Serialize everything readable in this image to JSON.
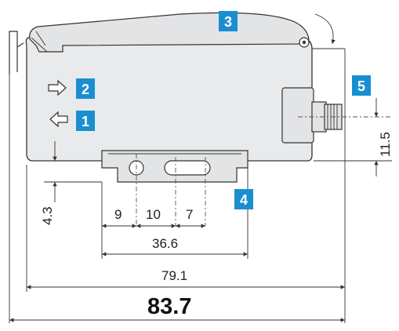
{
  "dimensions": {
    "d_83_7": "83.7",
    "d_79_1": "79.1",
    "d_36_6": "36.6",
    "d_9": "9",
    "d_10": "10",
    "d_7": "7",
    "d_4_3": "4.3",
    "d_11_5": "11.5"
  },
  "badges": {
    "b1": "1",
    "b2": "2",
    "b3": "3",
    "b4": "4",
    "b5": "5"
  },
  "colors": {
    "badge": "#1a8fd0",
    "outline": "#333333",
    "housing_fill": "#e9eaec"
  }
}
